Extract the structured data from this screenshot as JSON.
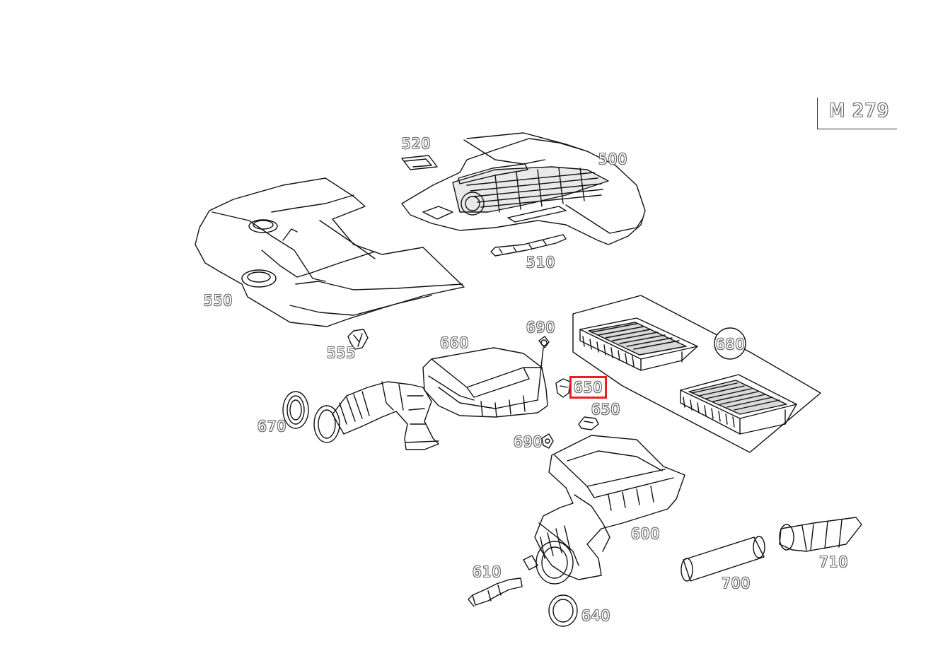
{
  "diagram": {
    "model_code": "M 279",
    "highlight_color": "#ee1c24",
    "part_labels": {
      "p500": "500",
      "p510": "510",
      "p520": "520",
      "p550": "550",
      "p555": "555",
      "p660": "660",
      "p690a": "690",
      "p680": "680",
      "p650_selected": "650",
      "p650": "650",
      "p670": "670",
      "p690b": "690",
      "p600": "600",
      "p610": "610",
      "p640": "640",
      "p700": "700",
      "p710": "710"
    },
    "selected_part": "650"
  }
}
